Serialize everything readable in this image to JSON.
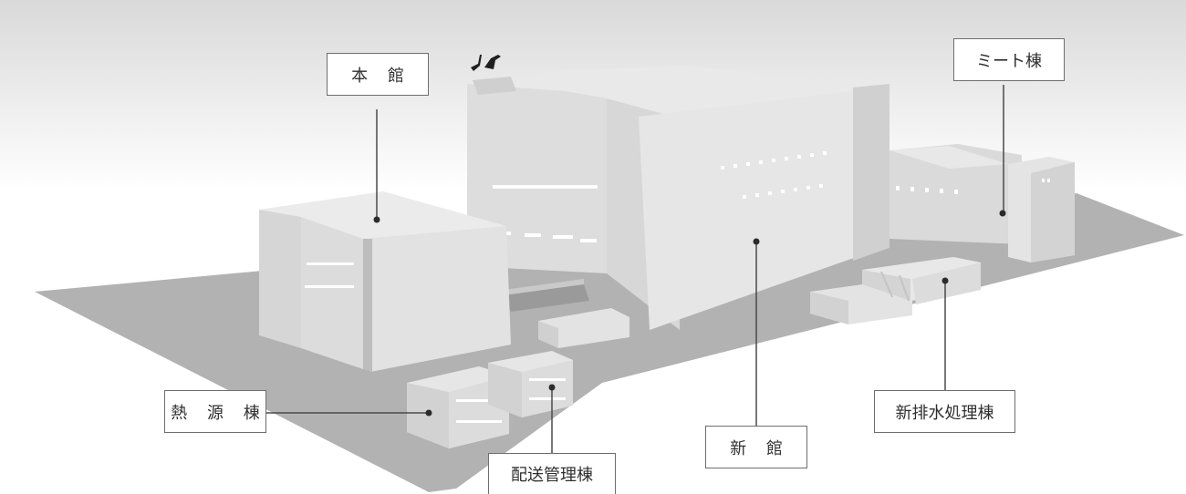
{
  "labels": {
    "honkan": "本 館",
    "meat": "ミート棟",
    "netsugen": "熱 源 棟",
    "haiso": "配送管理棟",
    "shinkan": "新 館",
    "haisui": "新排水処理棟"
  },
  "colors": {
    "ground": "#b4b4b4",
    "sky_top": "#dcdcdc",
    "sky_bottom": "#ffffff",
    "leader": "#4a4a4a",
    "window": "#ffffff"
  }
}
